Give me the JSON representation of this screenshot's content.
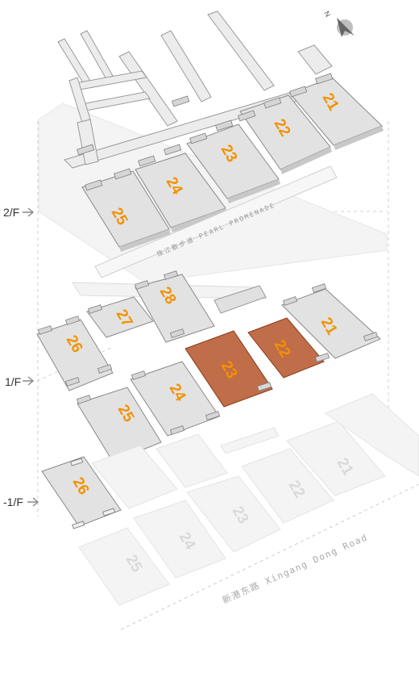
{
  "compass": {
    "north_label": "N",
    "icon": "compass-arrow-icon"
  },
  "floors": [
    {
      "id": "2f",
      "label": "2/F"
    },
    {
      "id": "1f",
      "label": "1/F"
    },
    {
      "id": "b1",
      "label": "-1/F"
    }
  ],
  "halls_2f": [
    "21",
    "22",
    "23",
    "24",
    "25"
  ],
  "halls_1f": [
    "21",
    "22",
    "23",
    "24",
    "25",
    "26",
    "27",
    "28"
  ],
  "halls_b1": [
    "26"
  ],
  "halls_ground": [
    "21",
    "22",
    "23",
    "24",
    "25"
  ],
  "promenade": {
    "label": "珠江散步道 PEARL PROMENADE"
  },
  "road": {
    "label": "新港东路 Xingang Dong Road"
  },
  "colors": {
    "hall_fill": "#e2e2e2",
    "hall_label": "#f39200",
    "highlight": "#b5532a",
    "ghost": "#f2f2f2"
  }
}
